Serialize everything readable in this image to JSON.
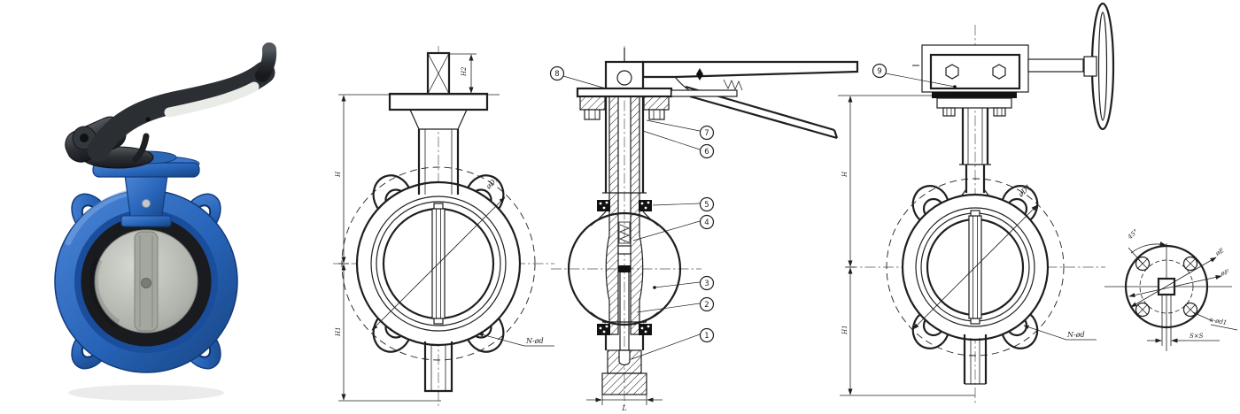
{
  "page": {
    "background": "#ffffff"
  },
  "photo": {
    "body_color": "#2e6cc0",
    "body_dark": "#123c7c",
    "handle_color": "#2b2f34",
    "grip_color": "#e9ebe6",
    "seat_color": "#191b1e",
    "disc_color": "#aeb2aa"
  },
  "drawings": {
    "front_lever": {
      "dim_height_upper": "H",
      "dim_height_lower": "H1",
      "dim_stem_square": "H2",
      "dim_bolt_circle": "øD1",
      "dim_lug_holes": "N-ød"
    },
    "section": {
      "dim_face_to_face": "L",
      "callouts": [
        "1",
        "2",
        "3",
        "4",
        "5",
        "6",
        "7",
        "8"
      ]
    },
    "front_gear": {
      "callout_gearbox": "9",
      "dim_height_upper": "H",
      "dim_height_lower": "H1",
      "dim_bolt_circle": "øD1",
      "dim_lug_holes": "N-ød"
    },
    "pad_detail": {
      "dim_angle": "45°",
      "dim_dia_e": "øE",
      "dim_dia_f": "øF",
      "dim_holes": "n-ød1",
      "dim_square": "S×S"
    }
  }
}
